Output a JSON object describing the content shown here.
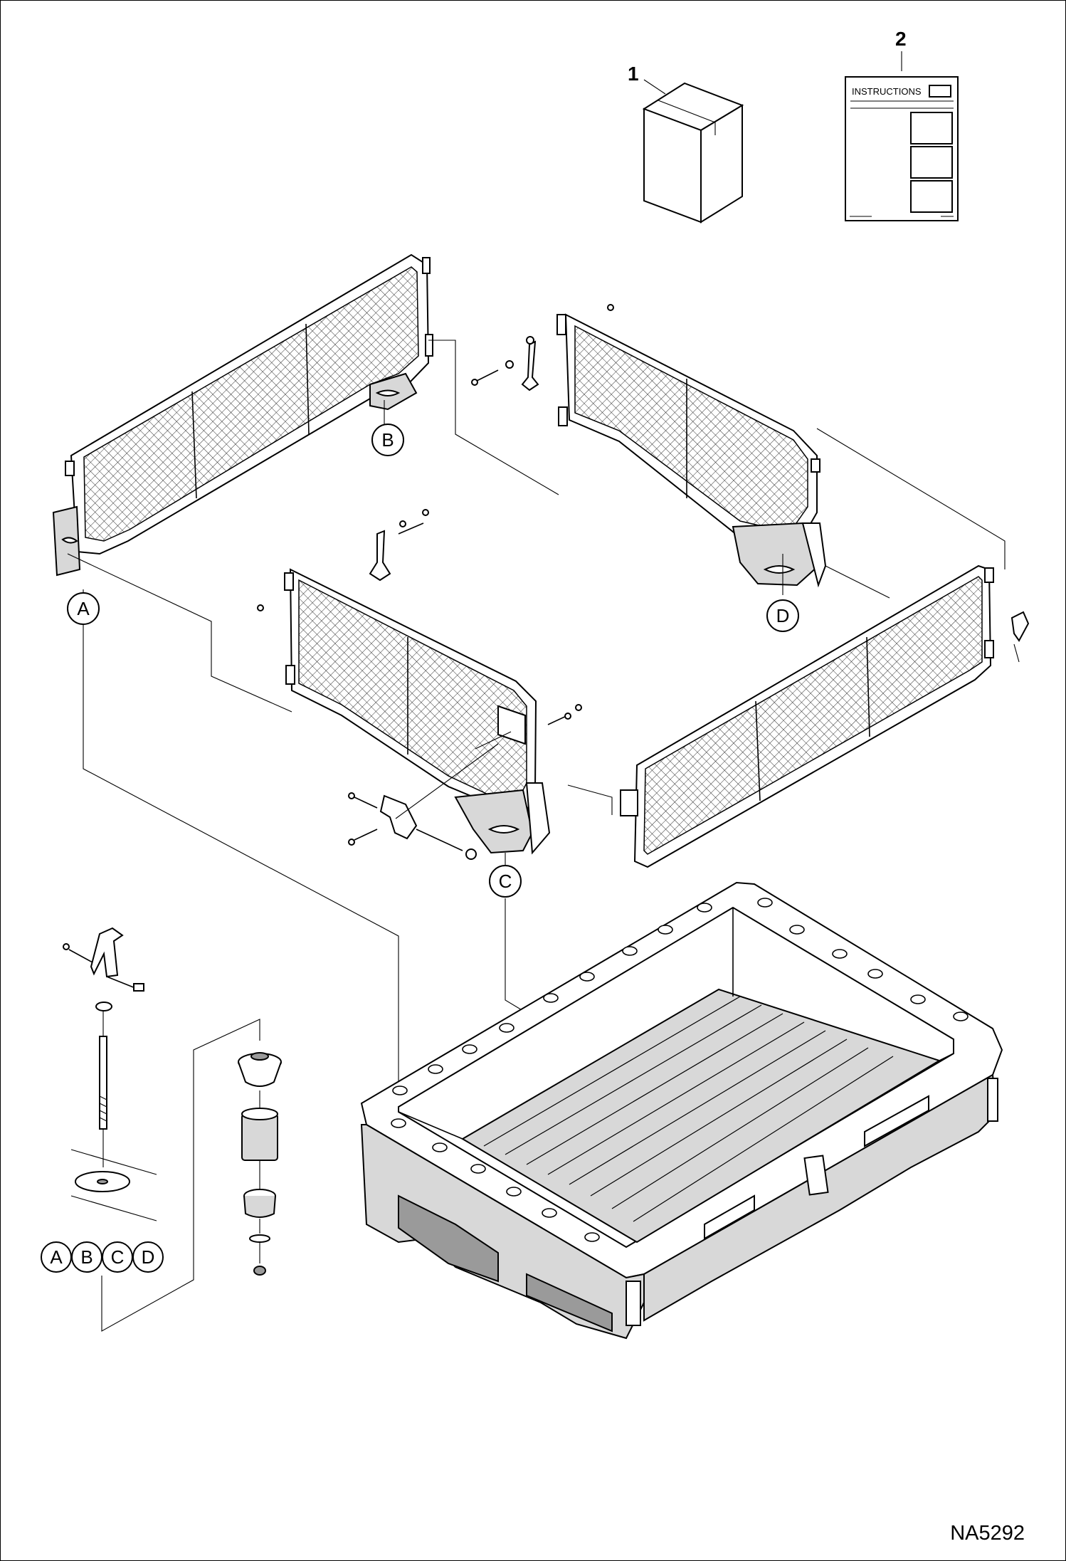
{
  "callouts": {
    "part1": "1",
    "part2": "2"
  },
  "instructions_label": "INSTRUCTIONS",
  "location_markers": {
    "a": "A",
    "b": "B",
    "c": "C",
    "d": "D"
  },
  "legend_markers": [
    "A",
    "B",
    "C",
    "D"
  ],
  "reference_code": "NA5292"
}
